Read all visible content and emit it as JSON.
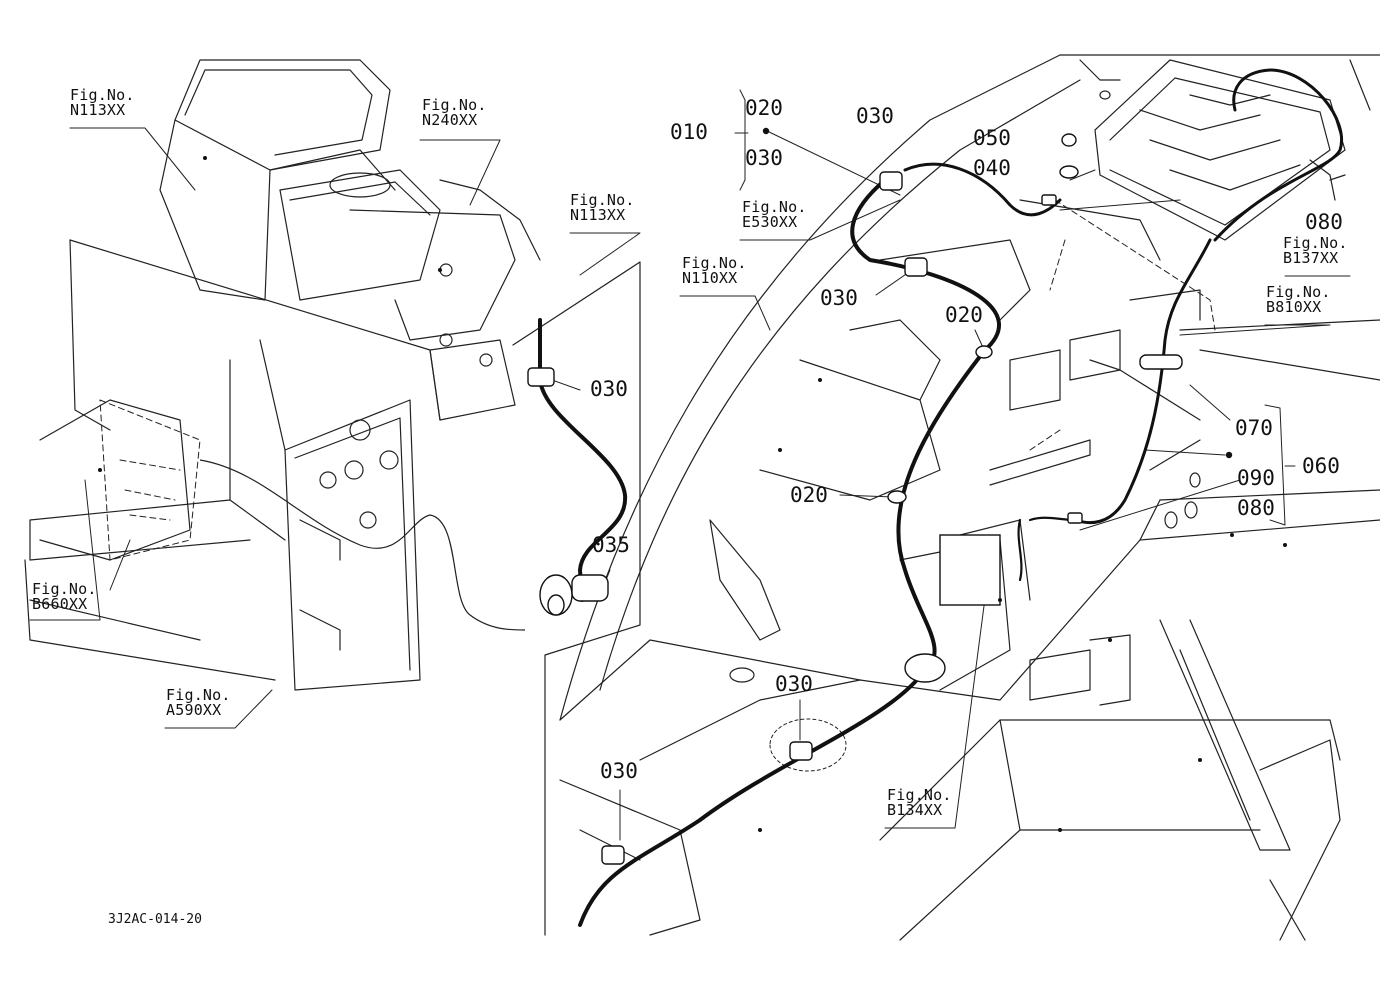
{
  "drawing_code": "3J2AC-014-20",
  "fig_caption": "Fig.No.",
  "figure_refs": {
    "n113_top": "N113XX",
    "n240": "N240XX",
    "n113_mid": "N113XX",
    "e530": "E530XX",
    "n110": "N110XX",
    "b137": "B137XX",
    "b810": "B810XX",
    "b660": "B660XX",
    "a590": "A590XX",
    "b134": "B134XX"
  },
  "part_callouts": {
    "p010": "010",
    "p020_group": "020",
    "p030_group": "030",
    "p030_clamp_top": "030",
    "p050": "050",
    "p040": "040",
    "p080_top": "080",
    "p030_clamp_frame": "030",
    "p020_mid": "020",
    "p030_clamp_left": "030",
    "p070": "070",
    "p020_low": "020",
    "p090": "090",
    "p060": "060",
    "p080_low": "080",
    "p035": "035",
    "p030_floor": "030",
    "p030_corner": "030"
  }
}
